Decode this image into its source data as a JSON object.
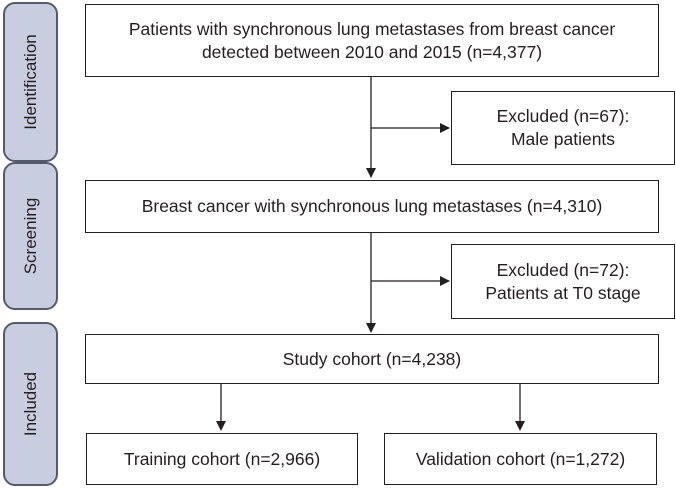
{
  "sections": {
    "identification": "Identification",
    "screening": "Screening",
    "included": "Included"
  },
  "boxes": {
    "initial": "Patients with synchronous lung metastases from breast cancer detected between 2010 and 2015 (n=4,377)",
    "excluded1": {
      "title": "Excluded (n=67):",
      "reason": "Male patients"
    },
    "screened": "Breast cancer with synchronous lung metastases (n=4,310)",
    "excluded2": {
      "title": "Excluded (n=72):",
      "reason": "Patients at T0 stage"
    },
    "study": "Study cohort (n=4,238)",
    "training": "Training cohort (n=2,966)",
    "validation": "Validation cohort (n=1,272)"
  }
}
